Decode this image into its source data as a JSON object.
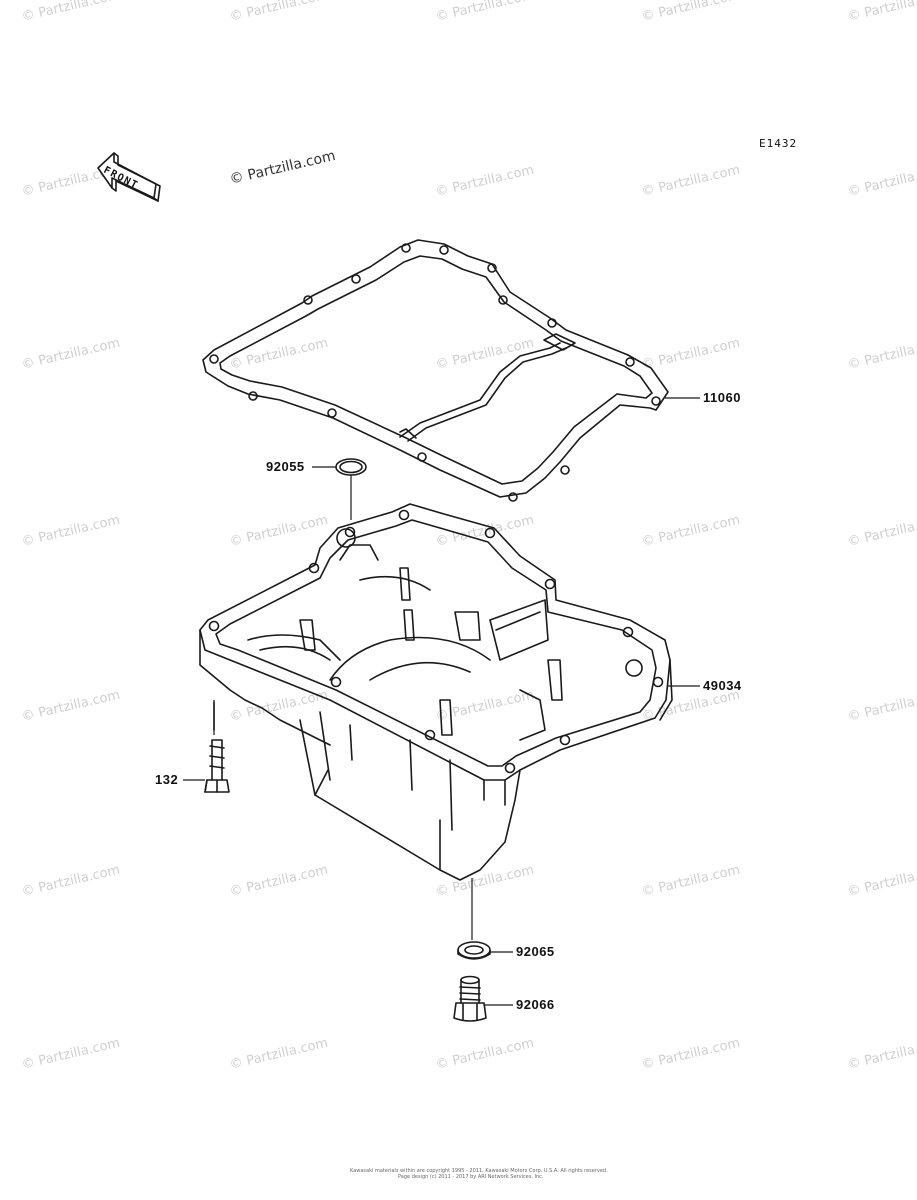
{
  "diagram": {
    "code": "E1432",
    "front_label": "FRONT",
    "main_watermark": "© Partzilla.com",
    "watermark_text": "© Partzilla.com"
  },
  "parts": [
    {
      "id": "11060",
      "name": "gasket"
    },
    {
      "id": "92055",
      "name": "o-ring"
    },
    {
      "id": "49034",
      "name": "oil-pan"
    },
    {
      "id": "132",
      "name": "bolt"
    },
    {
      "id": "92065",
      "name": "drain-washer"
    },
    {
      "id": "92066",
      "name": "drain-plug"
    }
  ],
  "footer": {
    "line1": "Kawasaki materials within are copyright 1995 - 2011, Kawasaki Motors Corp. U.S.A. All rights reserved.",
    "line2": "Page design (c) 2011 - 2017 by ARI Network Services, Inc."
  },
  "colors": {
    "line": "#1a1a1a",
    "watermark": "#cfcfcf"
  }
}
